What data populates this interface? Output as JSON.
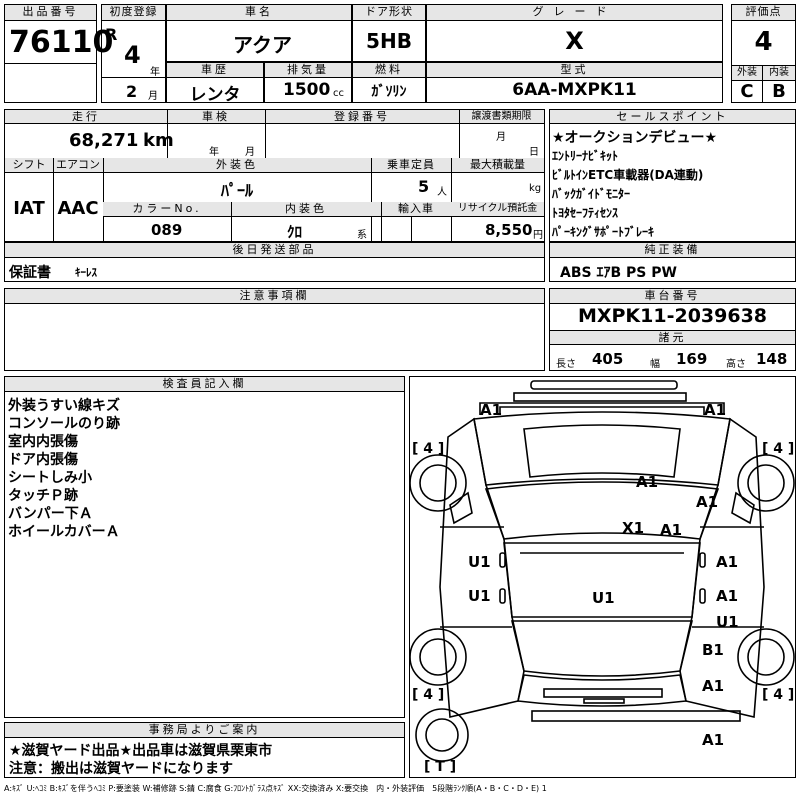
{
  "lot": {
    "label": "出品番号",
    "value": "76110"
  },
  "first_reg": {
    "label": "初度登録",
    "era": "R",
    "year": "4",
    "year_unit": "年",
    "month": "2",
    "month_unit": "月"
  },
  "model_name": {
    "label": "車名",
    "value": "アクア"
  },
  "doors": {
    "label": "ドア形状",
    "value": "5HB"
  },
  "grade": {
    "label": "グレード",
    "value": "X"
  },
  "score": {
    "label": "評価点",
    "value": "4",
    "ext_label": "外装",
    "int_label": "内装",
    "ext_value": "C",
    "int_value": "B"
  },
  "history": {
    "label": "車歴",
    "value": "レンタ"
  },
  "displacement": {
    "label": "排気量",
    "value": "1500",
    "unit": "cc"
  },
  "fuel": {
    "label": "燃料",
    "value": "ｶﾞｿﾘﾝ"
  },
  "model_code": {
    "label": "型式",
    "value": "6AA-MXPK11"
  },
  "mileage": {
    "label": "走行",
    "value": "68,271",
    "unit": "km"
  },
  "inspection": {
    "label": "車検",
    "year_unit": "年",
    "month_unit": "月"
  },
  "registration": {
    "label": "登録番号"
  },
  "transfer": {
    "label": "譲渡書類期限",
    "month_unit": "月",
    "day_unit": "日"
  },
  "selling_points": {
    "label": "セールスポイント",
    "lines": [
      "★オークションデビュー★",
      "ｴﾝﾄﾘｰﾅﾋﾞｷｯﾄ",
      "ﾋﾞﾙﾄｲﾝETC車載器(DA連動)",
      "ﾊﾞｯｸｶﾞｲﾄﾞﾓﾆﾀｰ",
      "ﾄﾖﾀｾｰﾌﾃｨｾﾝｽ",
      "ﾊﾟｰｷﾝｸﾞｻﾎﾟｰﾄﾌﾞﾚｰｷ"
    ]
  },
  "shift": {
    "label": "シフト",
    "value": "IAT"
  },
  "aircon": {
    "label": "エアコン",
    "value": "AAC"
  },
  "exterior_color": {
    "label": "外装色",
    "value": "ﾊﾟｰﾙ"
  },
  "capacity": {
    "label": "乗車定員",
    "value": "5",
    "unit": "人"
  },
  "max_load": {
    "label": "最大積載量",
    "unit": "kg"
  },
  "color_no": {
    "label": "カラーNo.",
    "value": "089"
  },
  "interior_color": {
    "label": "内装色",
    "value": "ｸﾛ",
    "unit": "系"
  },
  "import": {
    "label": "輸入車"
  },
  "recycle": {
    "label": "リサイクル預託金",
    "value": "8,550",
    "unit": "円"
  },
  "later_parts": {
    "label": "後日発送部品",
    "value_main": "保証書",
    "value_sub": "ｷｰﾚｽ"
  },
  "equipment": {
    "label": "純正装備",
    "value": "ABS ｴｱB PS PW"
  },
  "notes": {
    "label": "注意事項欄"
  },
  "chassis": {
    "label": "車台番号",
    "value": "MXPK11-2039638"
  },
  "dimensions": {
    "label": "諸元",
    "length_label": "長さ",
    "length": "405",
    "width_label": "幅",
    "width": "169",
    "height_label": "高さ",
    "height": "148"
  },
  "inspector": {
    "label": "検査員記入欄",
    "lines": [
      "外装うすい線キズ",
      "コンソールのり跡",
      "室内内張傷",
      "ドア内張傷",
      "シートしみ小",
      "タッチＰ跡",
      "バンパー下Ａ",
      "ホイールカバーＡ"
    ]
  },
  "office": {
    "label": "事務局よりご案内",
    "lines": [
      "★滋賀ヤード出品★出品車は滋賀県栗東市",
      "注意：搬出は滋賀ヤードになります"
    ]
  },
  "legend": "A:ｷｽﾞ U:ﾍｺﾐ B:ｷｽﾞを伴うﾍｺﾐ P:要塗装 W:補修跡 S:錆 C:腐食 G:ﾌﾛﾝﾄｶﾞﾗｽ点ｷｽﾞ XX:交換済み X:要交換　内・外装評価　5段階ﾗﾝｸ順(A・B・C・D・E) 1",
  "diagram": {
    "tire_labels": [
      "[ 4 ]",
      "[ 4 ]",
      "[ 4 ]",
      "[ 4 ]",
      "[ T ]"
    ],
    "marks": [
      "A1",
      "A1",
      "A1",
      "A1",
      "X1",
      "A1",
      "U1",
      "A1",
      "U1",
      "U1",
      "A1",
      "U1",
      "B1",
      "A1",
      "A1"
    ]
  }
}
